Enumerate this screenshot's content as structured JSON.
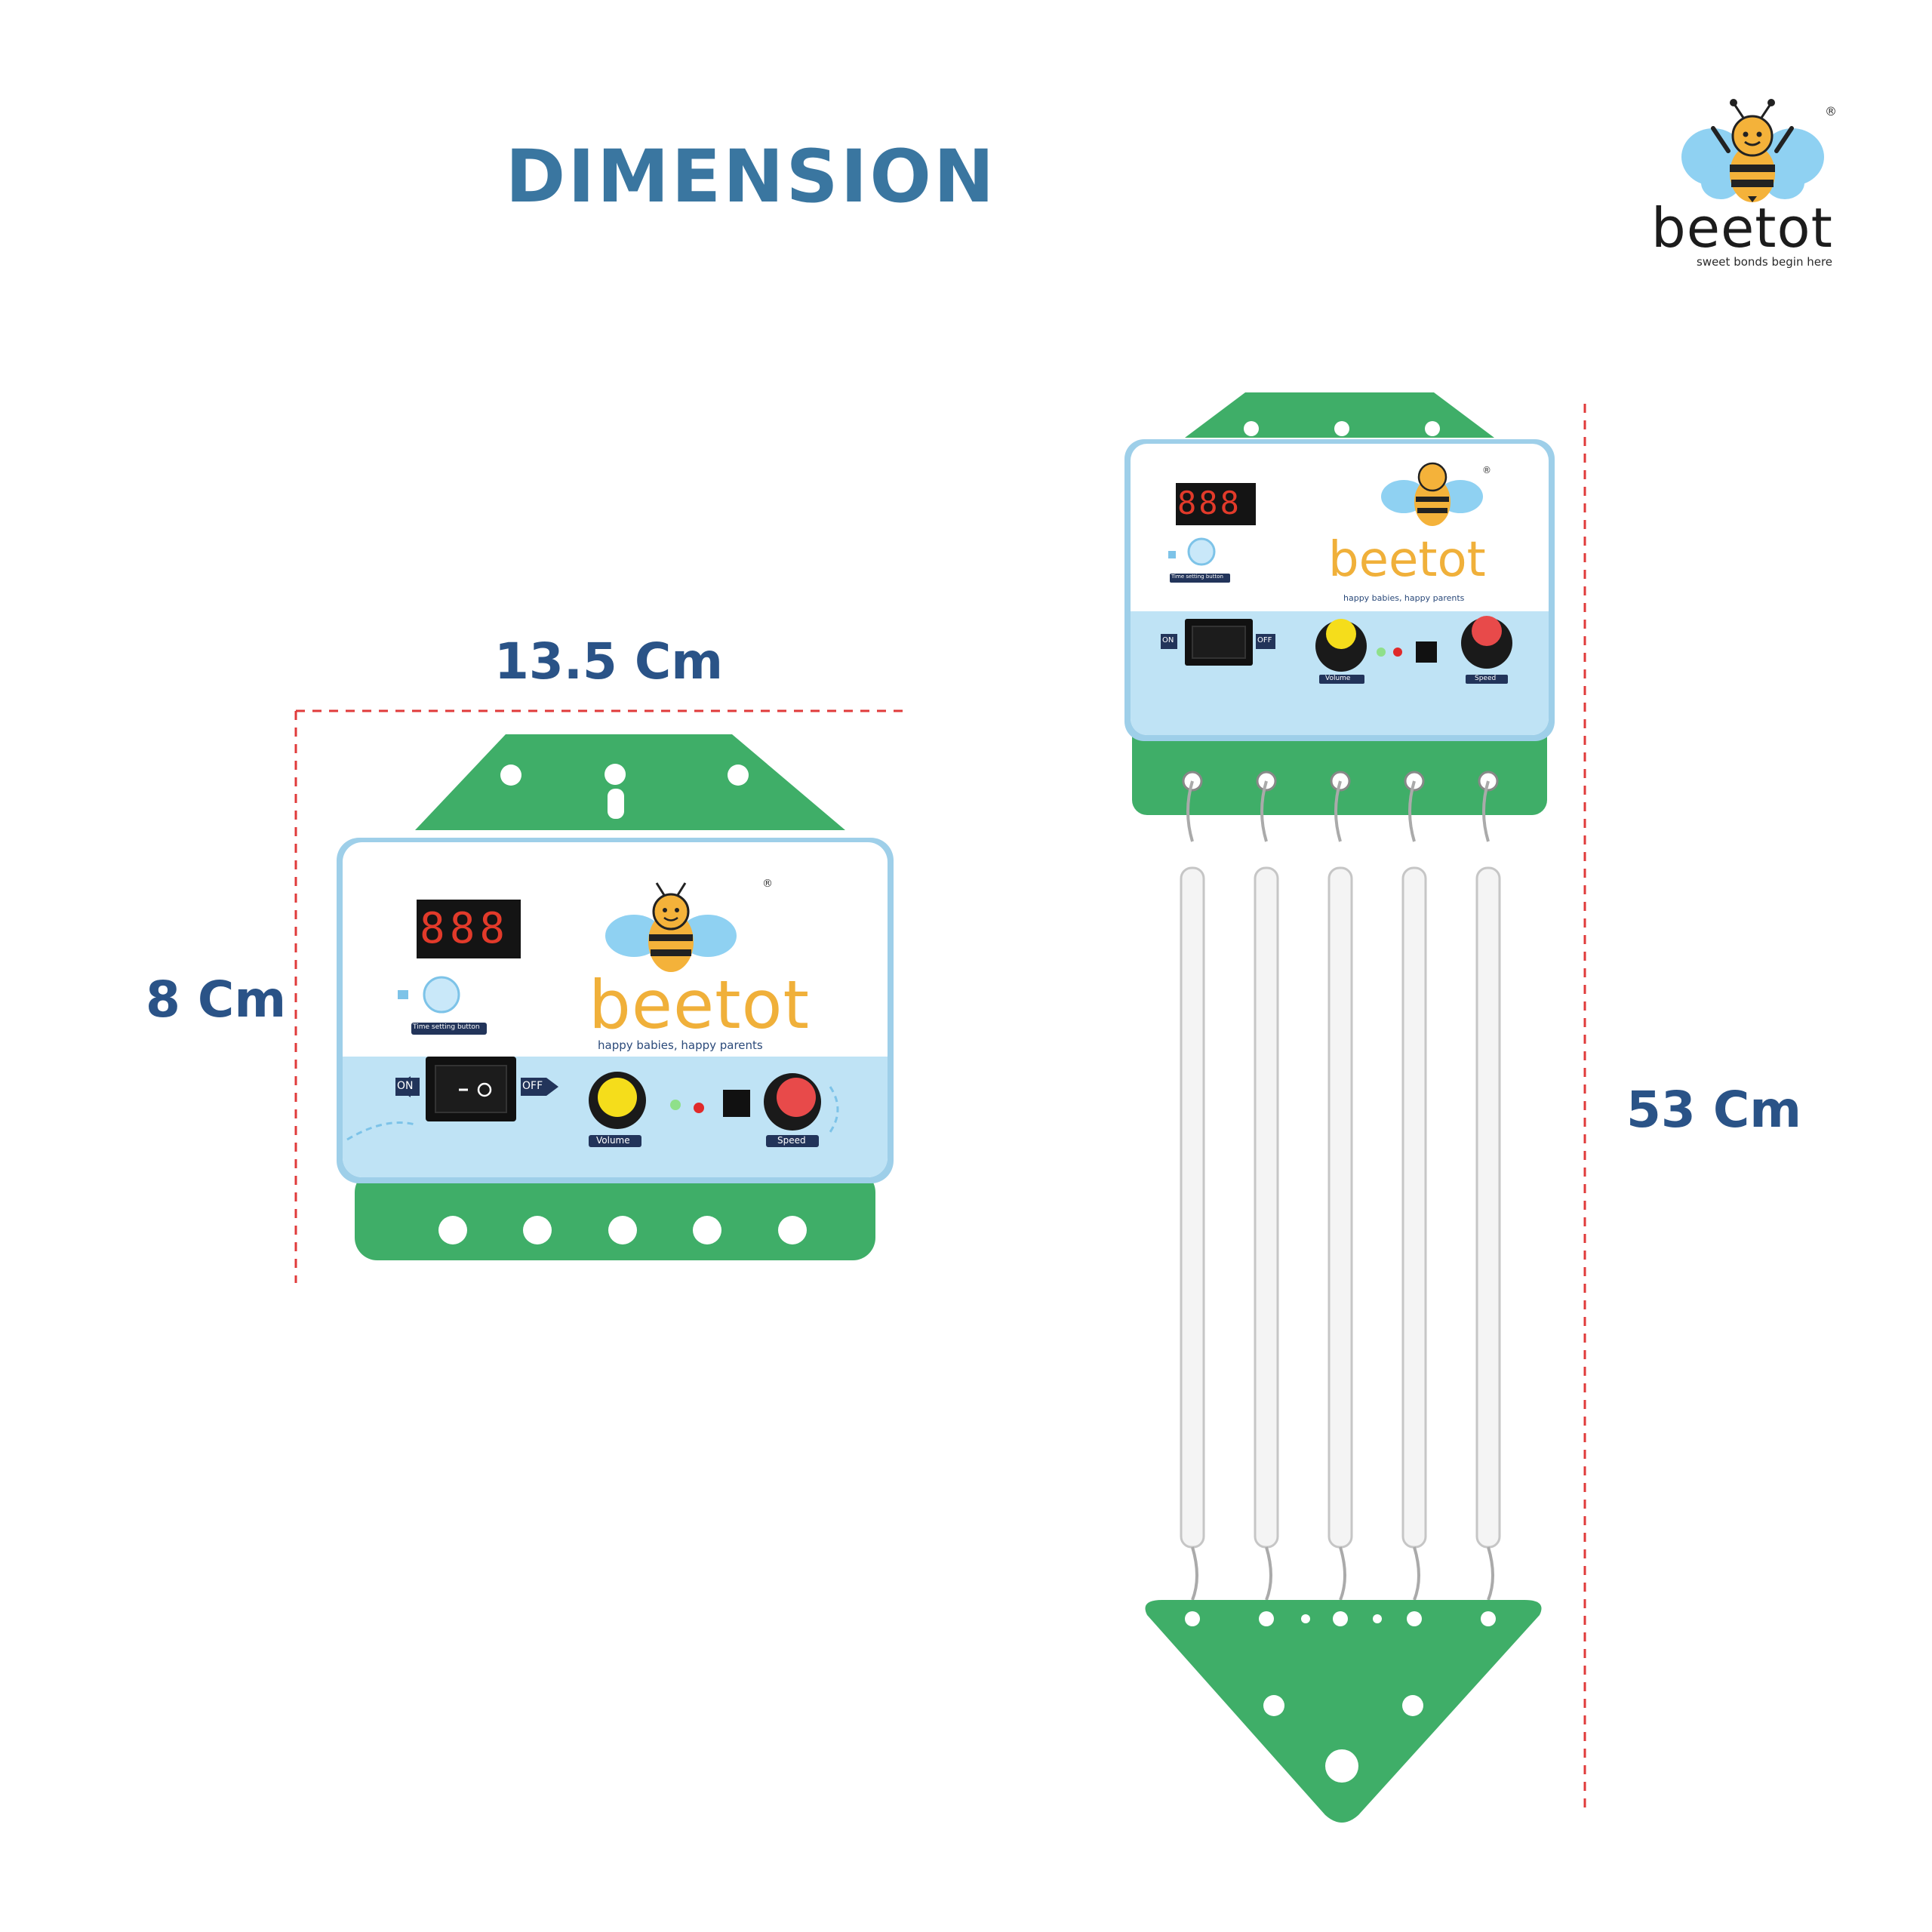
{
  "page": {
    "title": "DIMENSION",
    "brand": {
      "name": "beetot",
      "tagline": "sweet bonds begin here",
      "registered": "®"
    }
  },
  "dimensions": {
    "width": "13.5 Cm",
    "height": "8 Cm",
    "length": "53 Cm"
  },
  "device": {
    "display": "888",
    "time_button_label": "Time setting button",
    "brand": "beetot",
    "tagline": "happy babies, happy parents",
    "switch_on": "ON",
    "switch_off": "OFF",
    "volume_label": "Volume",
    "speed_label": "Speed",
    "registered": "®"
  },
  "colors": {
    "heading": "#3a76a0",
    "dimension_text": "#2a5387",
    "bracket_green": "#3fae68",
    "panel_blue": "#bfe3f5",
    "dash_red": "#e03a3a"
  }
}
